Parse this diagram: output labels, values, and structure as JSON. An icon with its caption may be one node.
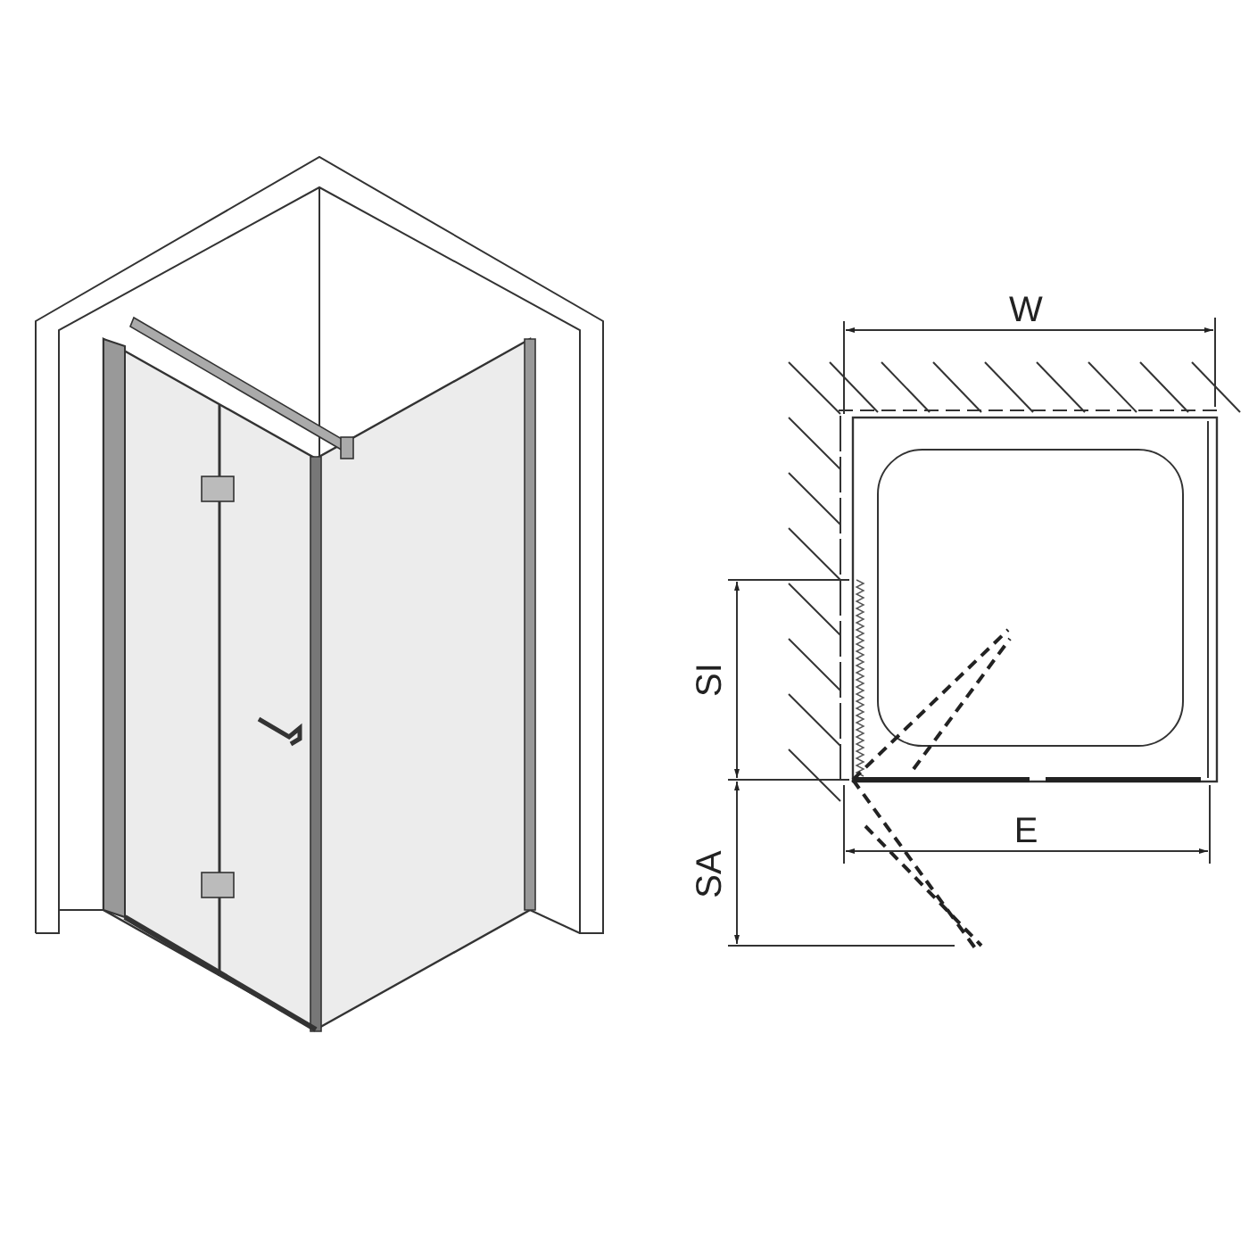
{
  "diagram": {
    "labels": [
      "W",
      "SI",
      "SA",
      "E"
    ]
  }
}
